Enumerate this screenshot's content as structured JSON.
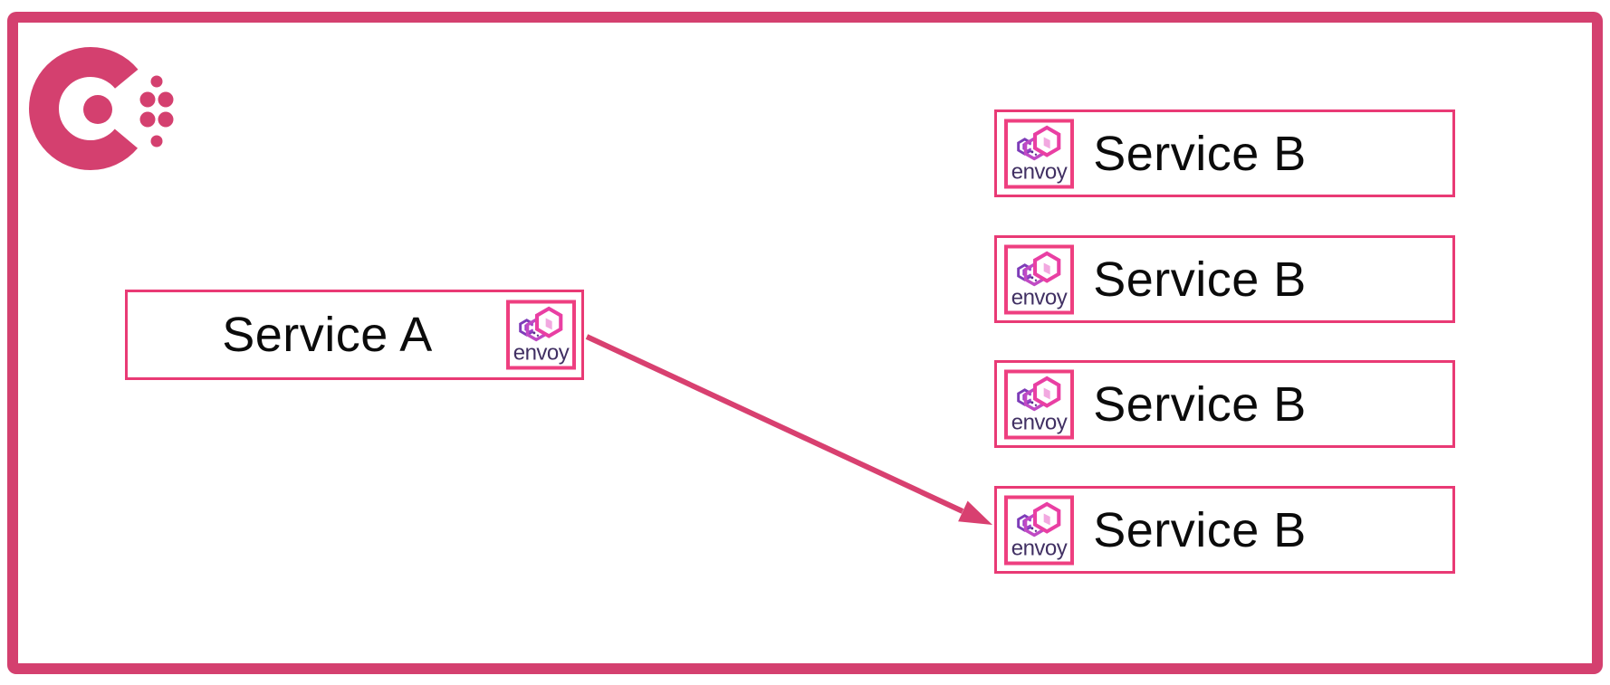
{
  "colors": {
    "frame_pink": "#d4406f",
    "box_border_pink": "#e93a75",
    "badge_border_pink": "#ee3f80",
    "arrow_pink": "#d84070",
    "label_black": "#0b0b0b",
    "envoy_wordmark_purple": "#413063",
    "envoy_hex_bright_pink": "#e93fa3",
    "envoy_hex_magenta": "#c04ac4",
    "envoy_hex_purple": "#7d3cb8",
    "envoy_hex_door_pink": "#f2a8e0"
  },
  "service_a": {
    "label": "Service A"
  },
  "service_b_instances": [
    {
      "label": "Service B"
    },
    {
      "label": "Service B"
    },
    {
      "label": "Service B"
    },
    {
      "label": "Service B"
    }
  ],
  "envoy": {
    "label": "envoy"
  },
  "diagram": {
    "edges": [
      {
        "from": "service-a-envoy",
        "to": "service-b-4-envoy"
      }
    ]
  }
}
